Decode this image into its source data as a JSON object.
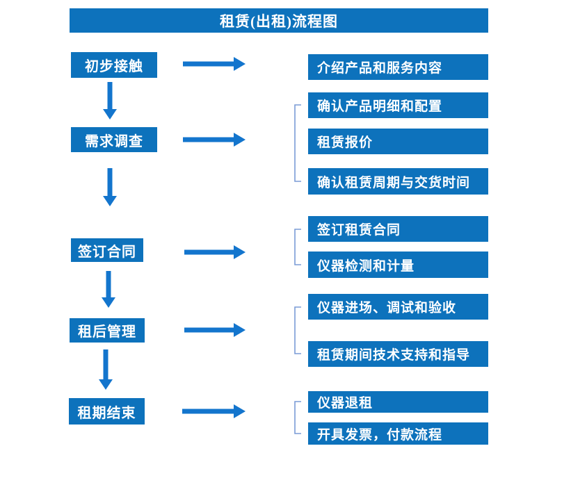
{
  "title": "租赁(出租)流程图",
  "colors": {
    "box": "#0d72bc",
    "arrow": "#1375cd",
    "bracket": "#7a9bd6",
    "text": "#ffffff"
  },
  "steps": [
    {
      "label": "初步接触",
      "outputs": [
        "介绍产品和服务内容"
      ]
    },
    {
      "label": "需求调查",
      "outputs": [
        "确认产品明细和配置",
        "租赁报价",
        "确认租赁周期与交货时间"
      ]
    },
    {
      "label": "签订合同",
      "outputs": [
        "签订租赁合同",
        "仪器检测和计量"
      ]
    },
    {
      "label": "租后管理",
      "outputs": [
        "仪器进场、调试和验收",
        "租赁期间技术支持和指导"
      ]
    },
    {
      "label": "租期结束",
      "outputs": [
        "仪器退租",
        "开具发票，付款流程"
      ]
    }
  ]
}
